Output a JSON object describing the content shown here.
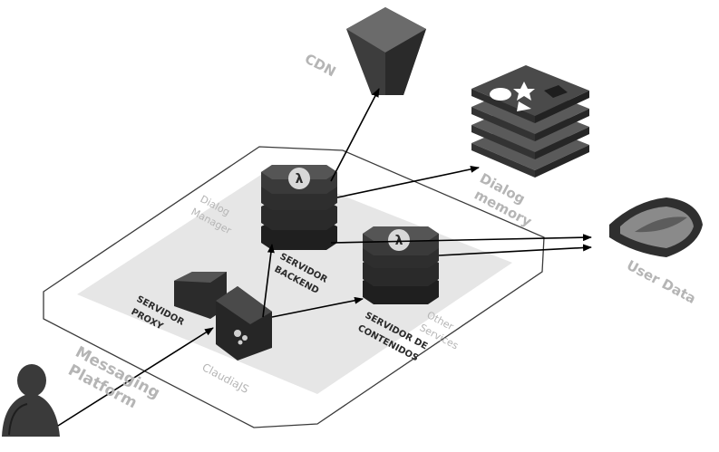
{
  "labels": {
    "cdn": "CDN",
    "dialog_memory_1": "Dialog",
    "dialog_memory_2": "memory",
    "user_data": "User Data",
    "dialog_manager_1": "Dialog",
    "dialog_manager_2": "Manager",
    "other_services_1": "Other",
    "other_services_2": "Services",
    "claudiajs": "ClaudiaJS",
    "messaging_1": "Messaging",
    "messaging_2": "Platform",
    "proxy_1": "SERVIDOR",
    "proxy_2": "PROXY",
    "backend_1": "SERVIDOR",
    "backend_2": "BACKEND",
    "contenidos_1": "SERVIDOR DE",
    "contenidos_2": "CONTENIDOS"
  },
  "icons": {
    "lambda": "λ",
    "gears": "gears-icon"
  },
  "colors": {
    "dark": "#2b2b2b",
    "mid": "#4a4a4a",
    "light_label": "#b5b5b5",
    "platform_fill": "#e6e6e6",
    "arrow": "#000000"
  }
}
